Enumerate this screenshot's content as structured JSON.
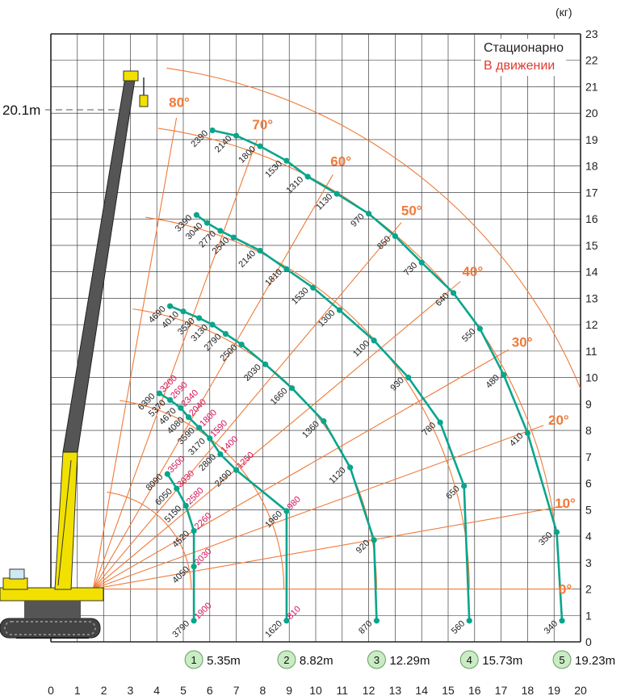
{
  "unit_label": "(кг)",
  "legend": {
    "stationary": "Стационарно",
    "moving": "В движении"
  },
  "max_height_label": "20.1m",
  "chart_data": {
    "type": "load-chart",
    "x_axis": {
      "min": 0,
      "max": 20,
      "ticks": [
        0,
        1,
        2,
        3,
        4,
        5,
        6,
        7,
        8,
        9,
        10,
        11,
        12,
        13,
        14,
        15,
        16,
        17,
        18,
        19,
        20
      ]
    },
    "y_axis": {
      "min": 0,
      "max": 23,
      "ticks": [
        0,
        1,
        2,
        3,
        4,
        5,
        6,
        7,
        8,
        9,
        10,
        11,
        12,
        13,
        14,
        15,
        16,
        17,
        18,
        19,
        20,
        21,
        22,
        23
      ]
    },
    "grid": true,
    "pivot": [
      1.6,
      2.0
    ],
    "angles": [
      {
        "label": "80°",
        "deg": 80
      },
      {
        "label": "70°",
        "deg": 70
      },
      {
        "label": "60°",
        "deg": 60
      },
      {
        "label": "50°",
        "deg": 50
      },
      {
        "label": "40°",
        "deg": 40
      },
      {
        "label": "30°",
        "deg": 30
      },
      {
        "label": "20°",
        "deg": 20
      },
      {
        "label": "10°",
        "deg": 10
      },
      {
        "label": "0°",
        "deg": 0
      }
    ],
    "booms": [
      {
        "id": "1",
        "length": "5.35m",
        "points": [
          {
            "x": 5.4,
            "y": 0.8,
            "s": "3790",
            "m": "1900"
          },
          {
            "x": 5.4,
            "y": 2.85,
            "s": "4050",
            "m": "2030"
          },
          {
            "x": 5.4,
            "y": 4.2,
            "s": "4520",
            "m": "2260"
          },
          {
            "x": 5.1,
            "y": 5.15,
            "s": "5150",
            "m": "2580"
          },
          {
            "x": 4.75,
            "y": 5.8,
            "s": "6050",
            "m": "3030"
          },
          {
            "x": 4.4,
            "y": 6.35,
            "s": "8090",
            "m": "3500"
          }
        ]
      },
      {
        "id": "2",
        "length": "8.82m",
        "points": [
          {
            "x": 8.9,
            "y": 0.8,
            "s": "1620",
            "m": "810"
          },
          {
            "x": 8.9,
            "y": 4.95,
            "s": "1960",
            "m": "980"
          },
          {
            "x": 7.0,
            "y": 6.5,
            "s": "2490",
            "m": "1250"
          },
          {
            "x": 6.4,
            "y": 7.1,
            "s": "2800",
            "m": "1400"
          },
          {
            "x": 6.0,
            "y": 7.7,
            "s": "3170",
            "m": "1590"
          },
          {
            "x": 5.6,
            "y": 8.1,
            "s": "3590",
            "m": "1800"
          },
          {
            "x": 5.2,
            "y": 8.5,
            "s": "4080",
            "m": "2040"
          },
          {
            "x": 4.9,
            "y": 8.85,
            "s": "4670",
            "m": "2340"
          },
          {
            "x": 4.5,
            "y": 9.15,
            "s": "5370",
            "m": "2690"
          },
          {
            "x": 4.1,
            "y": 9.4,
            "s": "6390",
            "m": "3200"
          }
        ]
      },
      {
        "id": "3",
        "length": "12.29m",
        "points": [
          {
            "x": 12.3,
            "y": 0.8,
            "s": "870"
          },
          {
            "x": 12.2,
            "y": 3.85,
            "s": "920"
          },
          {
            "x": 11.3,
            "y": 6.6,
            "s": "1120"
          },
          {
            "x": 10.3,
            "y": 8.35,
            "s": "1360"
          },
          {
            "x": 9.1,
            "y": 9.6,
            "s": "1660"
          },
          {
            "x": 8.1,
            "y": 10.5,
            "s": "2030"
          },
          {
            "x": 7.2,
            "y": 11.25,
            "s": "2500"
          },
          {
            "x": 6.6,
            "y": 11.65,
            "s": "2790"
          },
          {
            "x": 6.1,
            "y": 12.0,
            "s": "3130"
          },
          {
            "x": 5.6,
            "y": 12.25,
            "s": "3530"
          },
          {
            "x": 5.0,
            "y": 12.5,
            "s": "4010"
          },
          {
            "x": 4.5,
            "y": 12.7,
            "s": "4690"
          }
        ]
      },
      {
        "id": "4",
        "length": "15.73m",
        "points": [
          {
            "x": 15.8,
            "y": 0.8,
            "s": "560"
          },
          {
            "x": 15.6,
            "y": 5.9,
            "s": "650"
          },
          {
            "x": 14.7,
            "y": 8.3,
            "s": "780"
          },
          {
            "x": 13.5,
            "y": 10.0,
            "s": "930"
          },
          {
            "x": 12.2,
            "y": 11.4,
            "s": "1100"
          },
          {
            "x": 10.9,
            "y": 12.55,
            "s": "1300"
          },
          {
            "x": 9.9,
            "y": 13.4,
            "s": "1530"
          },
          {
            "x": 8.9,
            "y": 14.1,
            "s": "1810"
          },
          {
            "x": 7.9,
            "y": 14.8,
            "s": "2140"
          },
          {
            "x": 6.9,
            "y": 15.3,
            "s": "2540"
          },
          {
            "x": 6.4,
            "y": 15.55,
            "s": "2770"
          },
          {
            "x": 5.9,
            "y": 15.85,
            "s": "3040"
          },
          {
            "x": 5.5,
            "y": 16.15,
            "s": "3390"
          }
        ]
      },
      {
        "id": "5",
        "length": "19.23m",
        "points": [
          {
            "x": 19.3,
            "y": 0.8,
            "s": "340"
          },
          {
            "x": 19.1,
            "y": 4.15,
            "s": "350"
          },
          {
            "x": 18.0,
            "y": 7.9,
            "s": "410"
          },
          {
            "x": 17.1,
            "y": 10.1,
            "s": "480"
          },
          {
            "x": 16.2,
            "y": 11.85,
            "s": "550"
          },
          {
            "x": 15.2,
            "y": 13.2,
            "s": "640"
          },
          {
            "x": 14.0,
            "y": 14.35,
            "s": "730"
          },
          {
            "x": 13.0,
            "y": 15.35,
            "s": "850"
          },
          {
            "x": 12.0,
            "y": 16.2,
            "s": "970"
          },
          {
            "x": 10.8,
            "y": 16.95,
            "s": "1130"
          },
          {
            "x": 9.7,
            "y": 17.6,
            "s": "1310"
          },
          {
            "x": 8.9,
            "y": 18.2,
            "s": "1530"
          },
          {
            "x": 7.9,
            "y": 18.75,
            "s": "1800"
          },
          {
            "x": 7.0,
            "y": 19.15,
            "s": "2140"
          },
          {
            "x": 6.1,
            "y": 19.35,
            "s": "2390"
          }
        ]
      }
    ]
  },
  "colors": {
    "grid": "#222222",
    "curves": "#0aa58c",
    "angles": "#f07a3a",
    "moving": "#d4145a",
    "boom": "#4a4a4a",
    "crane": "#f2e100"
  }
}
